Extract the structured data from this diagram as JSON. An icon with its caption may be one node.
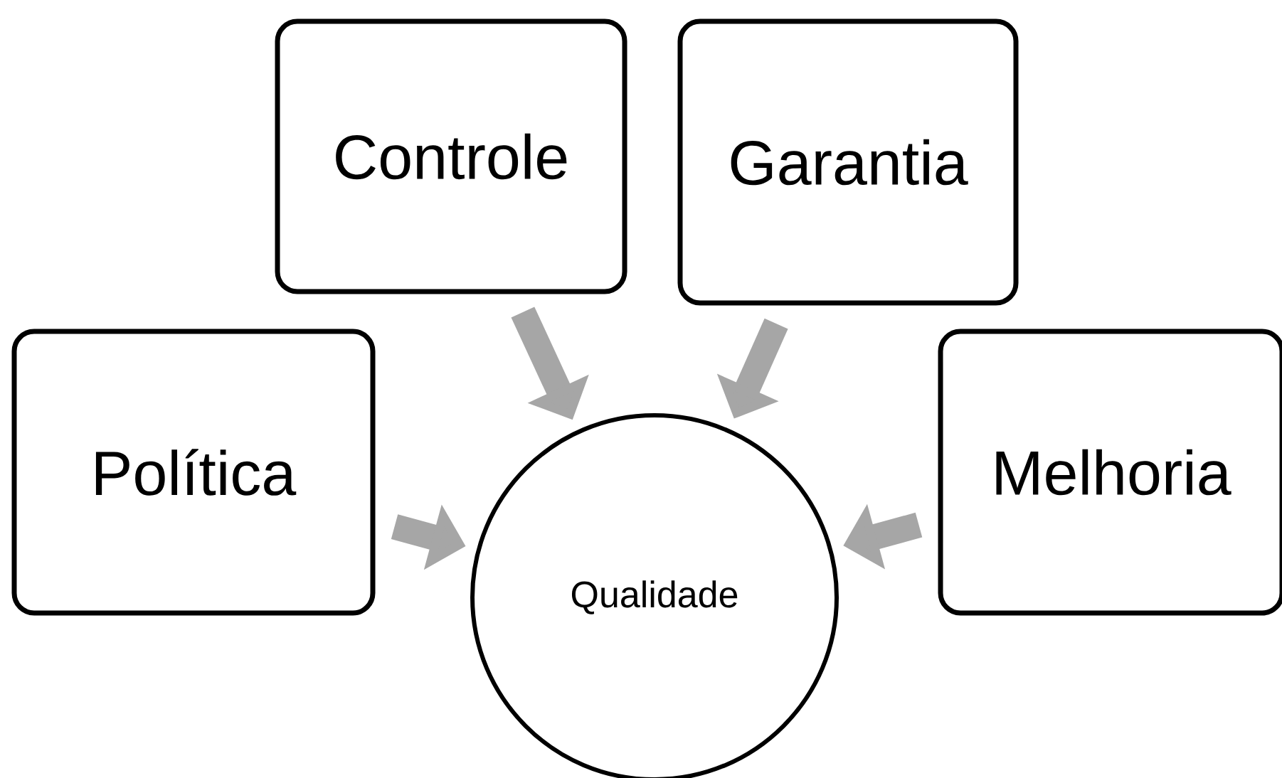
{
  "diagram": {
    "nodes": [
      {
        "text": [
          "Controle"
        ]
      },
      {
        "text": [
          "Garantia"
        ]
      },
      {
        "text": [
          "Política"
        ]
      },
      {
        "text": [
          "Qualidade"
        ]
      },
      {
        "text": [
          "Melhoria"
        ]
      }
    ],
    "edges": [
      {
        "from": 0,
        "to": 3,
        "arrow": "to"
      },
      {
        "from": 1,
        "to": 3,
        "arrow": "to"
      },
      {
        "from": 2,
        "to": 3,
        "arrow": "to"
      },
      {
        "from": 4,
        "to": 3,
        "arrow": "to"
      }
    ]
  }
}
